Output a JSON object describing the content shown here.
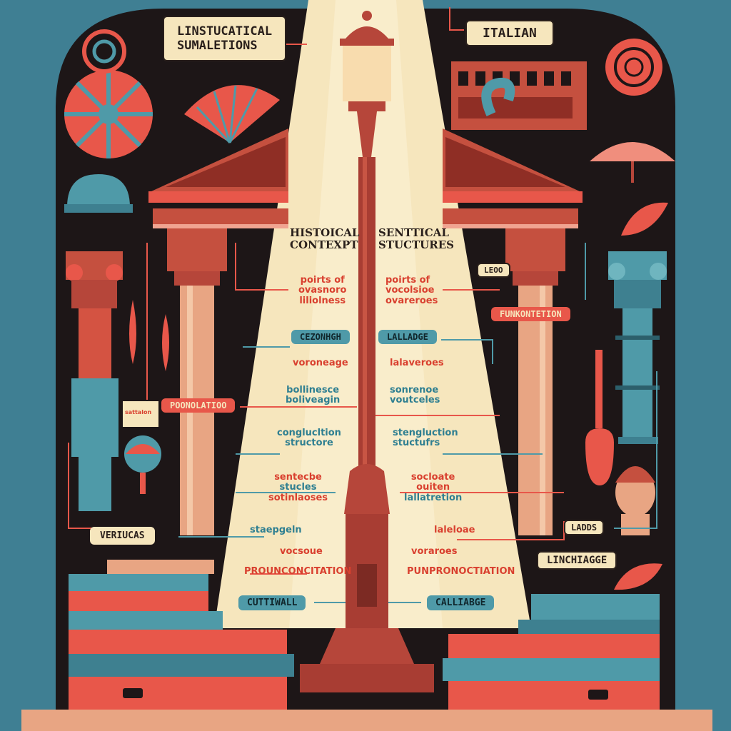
{
  "colors": {
    "background": "#3f7f93",
    "dark": "#1d1617",
    "cream": "#f6e6bd",
    "coral": "#e8574a",
    "teal": "#4f9aa8",
    "brick": "#b6463a"
  },
  "header": {
    "title_left_line1": "LINSTUCATICAL",
    "title_left_line2": "SUMALETIONS",
    "title_right": "ITALIAN"
  },
  "center": {
    "left_heading_line1": "HISTOICAL",
    "left_heading_line2": "CONTEXPT",
    "right_heading_line1": "SENTTICAL",
    "right_heading_line2": "STUCTURES",
    "left": {
      "points_line1": "poirts of",
      "points_line2": "ovasnoro",
      "points_line3": "liliolness",
      "tag": "CEZONHGH",
      "vocab": "voroneage",
      "block1_line1": "bollinesce",
      "block1_line2": "boliveagin",
      "block2_line1": "conglucltion",
      "block2_line2": "structore",
      "block3_line1": "sentecbe",
      "block3_line2": "stucles",
      "block3_line3": "sotinlaoses",
      "item1": "staepgeln",
      "item2": "vocsoue",
      "item3": "PROUNCONCITATION",
      "bottom_tag": "CUTTIWALL"
    },
    "right": {
      "points_line1": "poirts of",
      "points_line2": "vocolsioe",
      "points_line3": "ovareroes",
      "tag": "LALLADGE",
      "vocab": "lalaveroes",
      "block1_line1": "sonrenoe",
      "block1_line2": "voutceles",
      "block2_line1": "stengluction",
      "block2_line2": "stuctufrs",
      "block3_line1": "socloate",
      "block3_line2": "ouiten",
      "block3_line3": "lallatretion",
      "item1": "laleloae",
      "item2": "voraroes",
      "item3": "PUNPRONOCTIATION",
      "bottom_tag": "CALLIABGE"
    }
  },
  "side_left": {
    "pronunciation_tag": "POONOLATIOO",
    "sign_text": "sattalon",
    "verbs_tag": "VERIUCAS"
  },
  "side_right": {
    "small_tag": "LEOO",
    "functional_tag": "FUNKONTETION",
    "ladds_tag": "LADDS",
    "language_tag": "LINCHIAGGE"
  }
}
